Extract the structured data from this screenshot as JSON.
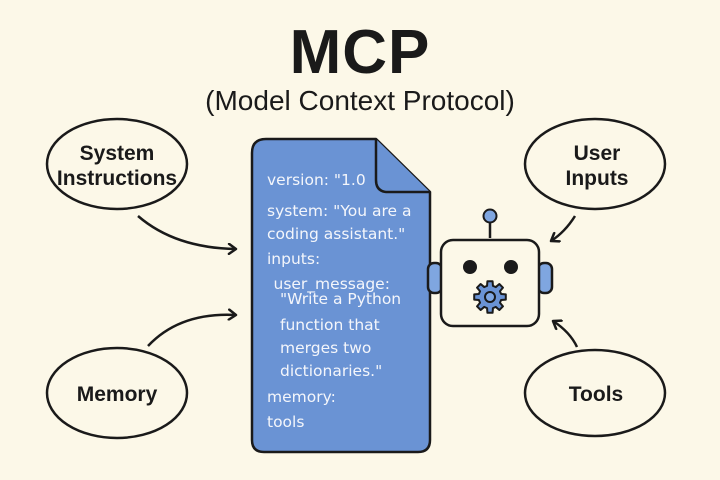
{
  "header": {
    "title": "MCP",
    "subtitle": "(Model Context Protocol)"
  },
  "nodes": {
    "system_instructions": [
      "System",
      "Instructions"
    ],
    "memory": [
      "Memory"
    ],
    "user_inputs": [
      "User",
      "Inputs"
    ],
    "tools": [
      "Tools"
    ]
  },
  "document": {
    "lines": [
      "version: \"1.0",
      "system: \"You are a",
      "coding assistant.\"",
      "inputs:",
      " user_message:",
      "  \"Write a Python",
      "  function that",
      "  merges two",
      "  dictionaries.\"",
      "memory:",
      "tools"
    ]
  },
  "colors": {
    "background": "#fcf8e8",
    "document_fill": "#6a93d4",
    "robot_accent": "#7fa6e0",
    "stroke": "#1a1a1a"
  },
  "icons": {
    "robot": "robot-icon",
    "gear": "gear-icon"
  }
}
